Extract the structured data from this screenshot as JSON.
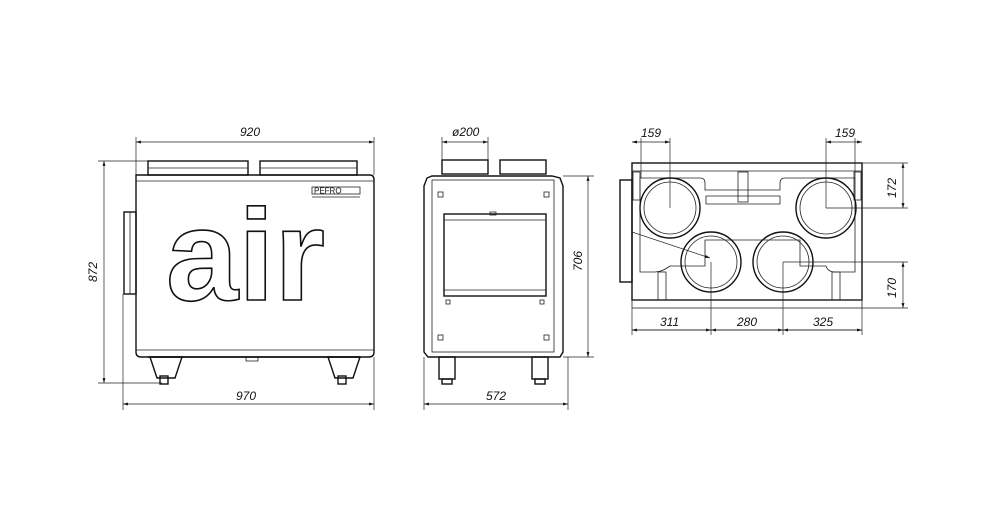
{
  "front_view": {
    "dim_top": "920",
    "dim_bottom": "970",
    "dim_left": "872",
    "logo_text": "air",
    "brand_text": "PEFRO"
  },
  "side_view": {
    "dim_top": "ø200",
    "dim_bottom": "572",
    "dim_right": "706"
  },
  "top_view": {
    "dim_top_left": "159",
    "dim_top_right": "159",
    "dim_right_upper": "172",
    "dim_right_lower": "170",
    "dim_bottom_1": "311",
    "dim_bottom_2": "280",
    "dim_bottom_3": "325"
  }
}
